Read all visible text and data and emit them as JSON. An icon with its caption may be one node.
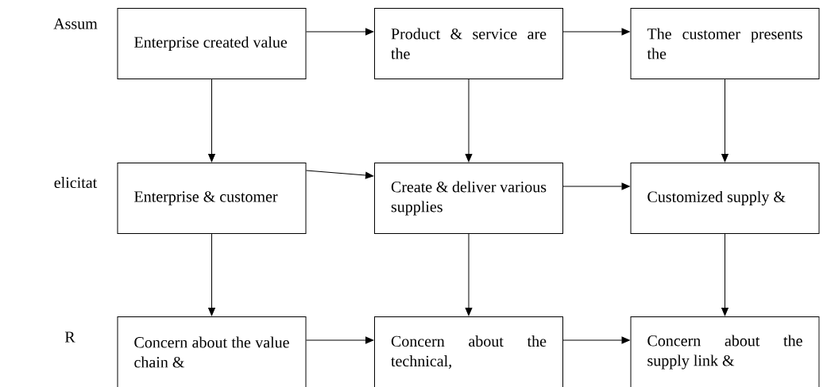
{
  "diagram": {
    "nodes": [
      {
        "text": [
          "Enterprise created value"
        ]
      },
      {
        "text": [
          "Product & service are the"
        ]
      },
      {
        "text": [
          "The customer presents the"
        ]
      },
      {
        "text": [
          "Enterprise & customer"
        ]
      },
      {
        "text": [
          "Create & deliver various supplies"
        ]
      },
      {
        "text": [
          "Customized supply &"
        ]
      },
      {
        "text": [
          "Concern about the value chain &"
        ]
      },
      {
        "text": [
          "Concern about the technical,"
        ]
      },
      {
        "text": [
          "Concern about the supply link &"
        ]
      }
    ],
    "edges": [
      {
        "from": 0,
        "to": 1,
        "arrow": "to"
      },
      {
        "from": 1,
        "to": 2,
        "arrow": "to"
      },
      {
        "from": 0,
        "to": 3,
        "arrow": "to"
      },
      {
        "from": 1,
        "to": 4,
        "arrow": "to"
      },
      {
        "from": 2,
        "to": 5,
        "arrow": "to"
      },
      {
        "from": 3,
        "to": 4,
        "arrow": "to"
      },
      {
        "from": 4,
        "to": 5,
        "arrow": "to"
      },
      {
        "from": 3,
        "to": 6,
        "arrow": "to"
      },
      {
        "from": 4,
        "to": 7,
        "arrow": "to"
      },
      {
        "from": 5,
        "to": 8,
        "arrow": "to"
      },
      {
        "from": 6,
        "to": 7,
        "arrow": "to"
      },
      {
        "from": 7,
        "to": 8,
        "arrow": "to"
      }
    ],
    "labels": [
      "Assum",
      "elicitat",
      "R"
    ]
  }
}
